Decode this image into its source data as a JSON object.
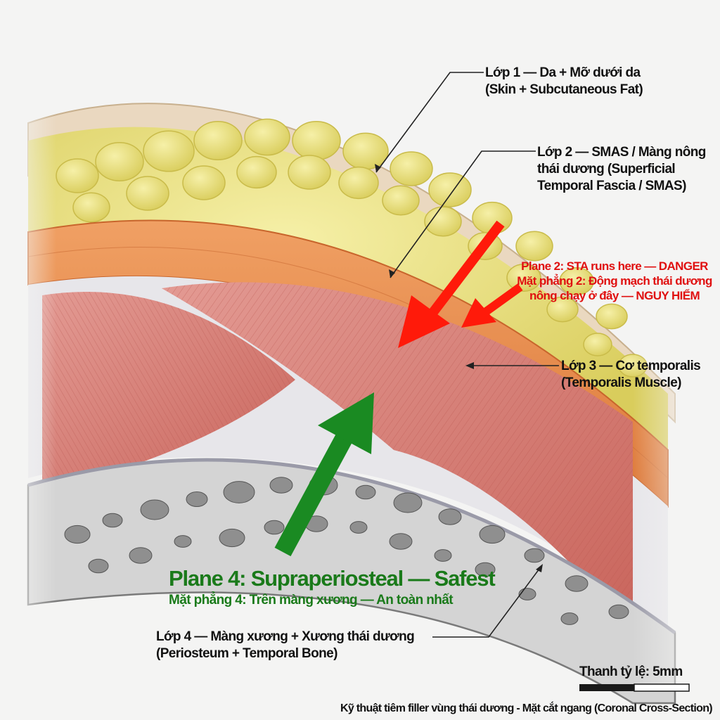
{
  "layers": [
    {
      "line1": "Lớp 1 — Da + Mỡ dưới da",
      "line2": "(Skin + Subcutaneous Fat)"
    },
    {
      "line1": "Lớp 2 — SMAS / Màng nông",
      "line2": "thái dương (Superficial",
      "line3": "Temporal Fascia / SMAS)"
    },
    {
      "line1": "Lớp 3 — Cơ temporalis",
      "line2": "(Temporalis Muscle)"
    },
    {
      "line1": "Lớp 4 — Màng xương + Xương thái dương",
      "line2": "(Periosteum + Temporal Bone)"
    }
  ],
  "danger": {
    "line1": "Plane 2: STA runs here — DANGER",
    "line2": "Mặt phẳng 2: Động mạch thái dương",
    "line3": "nông chạy ở đây — NGUY HIỂM",
    "color": "#ff1a0a"
  },
  "safe": {
    "title": "Plane 4: Supraperiosteal — Safest",
    "subtitle": "Mặt phẳng 4: Trên màng xương — An toàn nhất",
    "color": "#1a7a1a"
  },
  "scale_bar": {
    "label": "Thanh tỷ lệ: 5mm"
  },
  "caption": "Kỹ thuật tiêm filler vùng thái dương - Mặt cắt ngang (Coronal Cross-Section)",
  "colors": {
    "skin": "#e9d6bd",
    "fat": "#e8e07a",
    "fascia": "#e98a4a",
    "muscle": "#d97a72",
    "bone": "#cfcfcf"
  }
}
